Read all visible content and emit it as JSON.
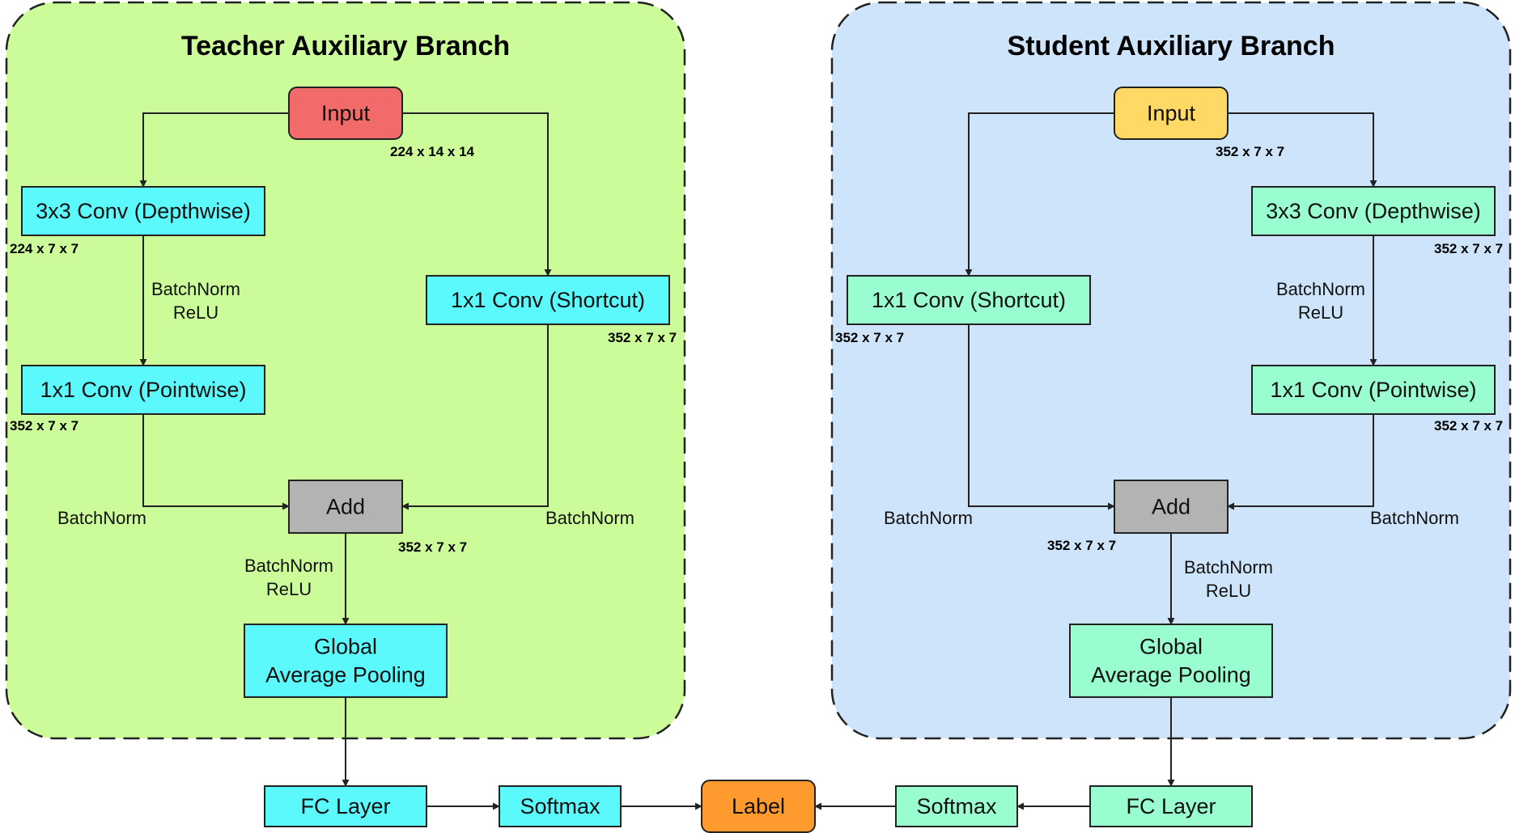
{
  "colors": {
    "teacher_region": "#ccfb99",
    "student_region": "#cde4fa",
    "teacher_input": "#f26b6b",
    "student_input": "#ffd966",
    "teacher_node": "#5cf9fc",
    "student_node": "#99fdd0",
    "add_node": "#b3b3b3",
    "label_node": "#ff9a2f",
    "stroke": "#222222"
  },
  "regions": {
    "teacher": {
      "title": "Teacher Auxiliary Branch"
    },
    "student": {
      "title": "Student Auxiliary Branch"
    }
  },
  "nodes": {
    "t_input": {
      "label": [
        "Input"
      ]
    },
    "t_dw": {
      "label": [
        "3x3 Conv (Depthwise)"
      ]
    },
    "t_pw": {
      "label": [
        "1x1 Conv (Pointwise)"
      ]
    },
    "t_sc": {
      "label": [
        "1x1 Conv (Shortcut)"
      ]
    },
    "t_add": {
      "label": [
        "Add"
      ]
    },
    "t_gap": {
      "label": [
        "Global",
        "Average Pooling"
      ]
    },
    "t_fc": {
      "label": [
        "FC Layer"
      ]
    },
    "t_sm": {
      "label": [
        "Softmax"
      ]
    },
    "label": {
      "label": [
        "Label"
      ]
    },
    "s_input": {
      "label": [
        "Input"
      ]
    },
    "s_dw": {
      "label": [
        "3x3 Conv (Depthwise)"
      ]
    },
    "s_pw": {
      "label": [
        "1x1 Conv (Pointwise)"
      ]
    },
    "s_sc": {
      "label": [
        "1x1 Conv (Shortcut)"
      ]
    },
    "s_add": {
      "label": [
        "Add"
      ]
    },
    "s_gap": {
      "label": [
        "Global",
        "Average Pooling"
      ]
    },
    "s_fc": {
      "label": [
        "FC Layer"
      ]
    },
    "s_sm": {
      "label": [
        "Softmax"
      ]
    }
  },
  "dims": {
    "t_input": "224 x 14 x 14",
    "t_dw": "224 x 7 x 7",
    "t_pw": "352 x 7 x 7",
    "t_sc": "352 x 7 x 7",
    "t_add": "352 x 7 x 7",
    "s_input": "352 x 7 x 7",
    "s_dw": "352 x 7 x 7",
    "s_pw": "352 x 7 x 7",
    "s_sc": "352 x 7 x 7",
    "s_add": "352 x 7 x 7"
  },
  "edges": [
    {
      "from": "t_input",
      "to": "t_dw",
      "label": []
    },
    {
      "from": "t_input",
      "to": "t_sc",
      "label": []
    },
    {
      "from": "t_dw",
      "to": "t_pw",
      "label": [
        "BatchNorm",
        "ReLU"
      ]
    },
    {
      "from": "t_pw",
      "to": "t_add",
      "label": [
        "BatchNorm"
      ]
    },
    {
      "from": "t_sc",
      "to": "t_add",
      "label": [
        "BatchNorm"
      ]
    },
    {
      "from": "t_add",
      "to": "t_gap",
      "label": [
        "BatchNorm",
        "ReLU"
      ]
    },
    {
      "from": "t_gap",
      "to": "t_fc",
      "label": []
    },
    {
      "from": "t_fc",
      "to": "t_sm",
      "label": []
    },
    {
      "from": "t_sm",
      "to": "label",
      "label": []
    },
    {
      "from": "s_input",
      "to": "s_sc",
      "label": []
    },
    {
      "from": "s_input",
      "to": "s_dw",
      "label": []
    },
    {
      "from": "s_dw",
      "to": "s_pw",
      "label": [
        "BatchNorm",
        "ReLU"
      ]
    },
    {
      "from": "s_sc",
      "to": "s_add",
      "label": [
        "BatchNorm"
      ]
    },
    {
      "from": "s_pw",
      "to": "s_add",
      "label": [
        "BatchNorm"
      ]
    },
    {
      "from": "s_add",
      "to": "s_gap",
      "label": [
        "BatchNorm",
        "ReLU"
      ]
    },
    {
      "from": "s_gap",
      "to": "s_fc",
      "label": []
    },
    {
      "from": "s_fc",
      "to": "s_sm",
      "label": []
    },
    {
      "from": "s_sm",
      "to": "label",
      "label": []
    }
  ]
}
